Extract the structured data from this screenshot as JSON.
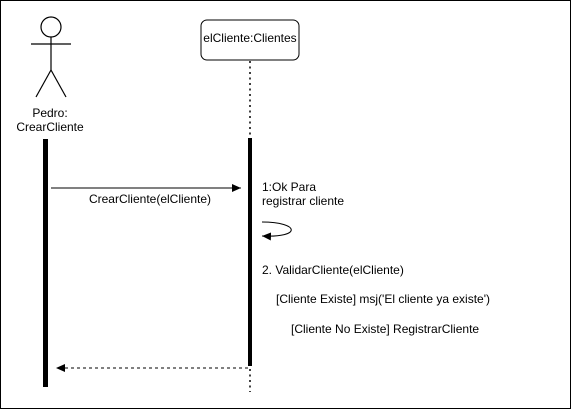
{
  "actor": {
    "label_line1": "Pedro:",
    "label_line2": "CrearCliente"
  },
  "object": {
    "label": "elCliente:Clientes"
  },
  "messages": {
    "m1": "CrearCliente(elCliente)",
    "note_line1": "1:Ok Para",
    "note_line2": "registrar cliente",
    "m2": "2. ValidarCliente(elCliente)",
    "cond1": "[Cliente Existe] msj('El cliente ya existe')",
    "cond2": "[Cliente No Existe] RegistrarCliente"
  },
  "colors": {
    "line": "#000000",
    "background": "#ffffff"
  }
}
